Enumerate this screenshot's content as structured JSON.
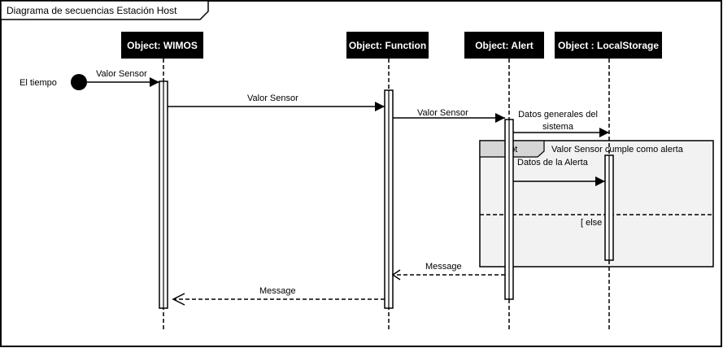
{
  "frame": {
    "title": "Diagrama de secuencias Estación Host"
  },
  "lifelines": {
    "wimos": "Object: WIMOS",
    "function": "Object: Function",
    "alert": "Object: Alert",
    "storage": "Object : LocalStorage"
  },
  "actor": {
    "label": "El tiempo"
  },
  "messages": {
    "m1": "Valor Sensor",
    "m2": "Valor Sensor",
    "m3": "Valor Sensor",
    "m4_line1": "Datos generales del",
    "m4_line2": "sistema",
    "m5": "Datos de la Alerta",
    "r1": "Message",
    "r2": "Message"
  },
  "fragment": {
    "operator": "opt",
    "guard": "Valor Sensor cumple como alerta",
    "else": "[ else ]"
  }
}
